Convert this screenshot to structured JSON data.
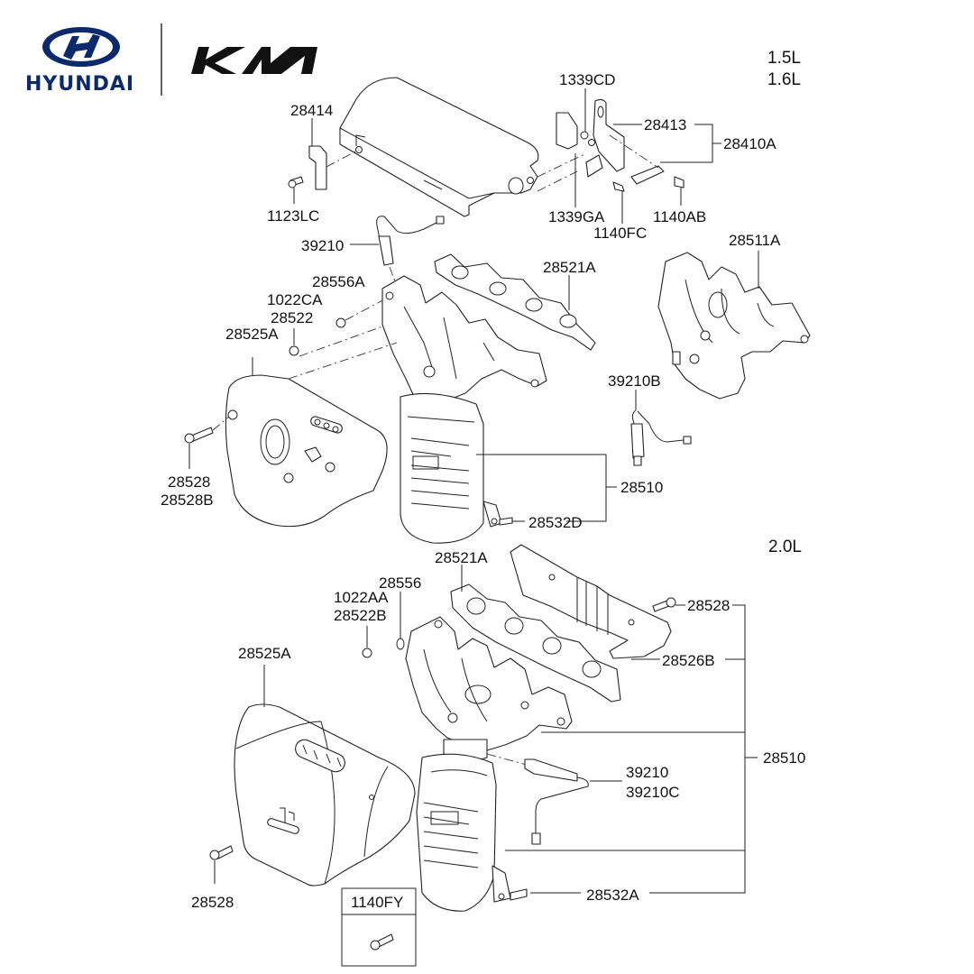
{
  "header": {
    "brand_left": "HYUNDAI",
    "brand_right": "KIA",
    "brand_left_color": "#0b2a6b",
    "brand_right_color": "#111111"
  },
  "engine_variants": {
    "top_line1": "1.5L",
    "top_line2": "1.6L",
    "bottom": "2.0L"
  },
  "top_section": {
    "labels": {
      "heat_shield_bracket": "28414",
      "bolt_1123": "1123LC",
      "stud_1339cd": "1339CD",
      "bracket_28413": "28413",
      "bracket_assy": "28410A",
      "nut_1339ga": "1339GA",
      "bolt_1140fc": "1140FC",
      "bolt_1140ab": "1140AB",
      "o2_sensor": "39210",
      "gasket_28556a": "28556A",
      "nut_1022ca": "1022CA",
      "nut_28522": "28522",
      "heat_protector": "28525A",
      "gasket_28521a": "28521A",
      "manifold_28511a": "28511A",
      "o2_sensor_b": "39210B",
      "bolt_28528": "28528",
      "bolt_28528b": "28528B",
      "manifold_assy": "28510",
      "bolt_28532d": "28532D"
    }
  },
  "bottom_section": {
    "labels": {
      "gasket_28521a": "28521A",
      "gasket_28556": "28556",
      "nut_1022aa": "1022AA",
      "nut_28522b": "28522B",
      "heat_protector": "28525A",
      "bolt_28528_right": "28528",
      "heat_protector_28526b": "28526B",
      "manifold_assy": "28510",
      "o2_sensor": "39210",
      "o2_sensor_c": "39210C",
      "bolt_28528_left": "28528",
      "bolt_28532a": "28532A",
      "callout_box": "1140FY"
    }
  }
}
